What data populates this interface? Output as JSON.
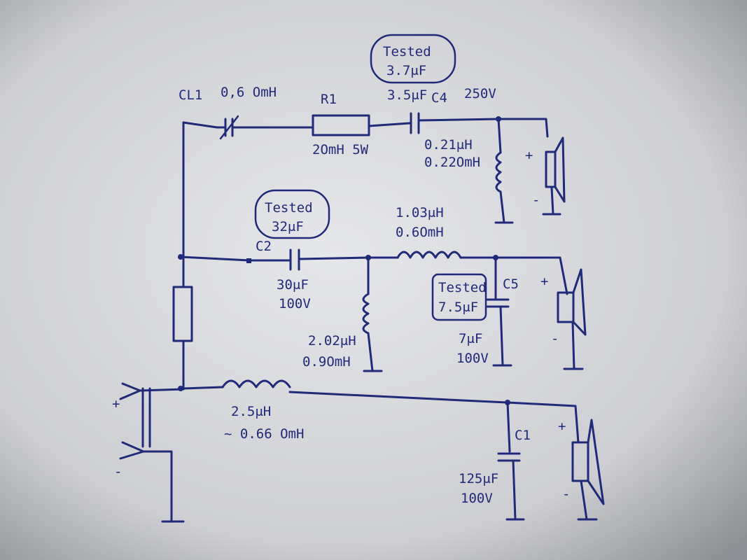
{
  "colors": {
    "ink": "#1f2a78",
    "paper": "#dcdde0"
  },
  "labels": {
    "tested_top_1": "Tested",
    "tested_top_2": "3.7μF",
    "cl1": "CL1",
    "cl1_value": "0,6 OmH",
    "r1": "R1",
    "r1_value": "2OmH 5W",
    "c4_cap": "3.5μF",
    "c4": "C4",
    "c4_voltage": "250V",
    "l_top_1": "0.21μH",
    "l_top_2": "0.22OmH",
    "tested_mid_1": "Tested",
    "tested_mid_2": "32μF",
    "l_mid_1": "1.03μH",
    "l_mid_2": "0.6OmH",
    "c2": "C2",
    "c2_value_1": "30μF",
    "c2_value_2": "100V",
    "tested_c5_1": "Tested",
    "tested_c5_2": "7.5μF",
    "c5": "C5",
    "c5_value_1": "7μF",
    "c5_value_2": "100V",
    "l_shunt_1": "2.02μH",
    "l_shunt_2": "0.9OmH",
    "l_main_1": "2.5μH",
    "l_main_2": "~ 0.66 OmH",
    "c1": "C1",
    "c1_value_1": "125μF",
    "c1_value_2": "100V",
    "plus": "+",
    "minus": "-"
  }
}
